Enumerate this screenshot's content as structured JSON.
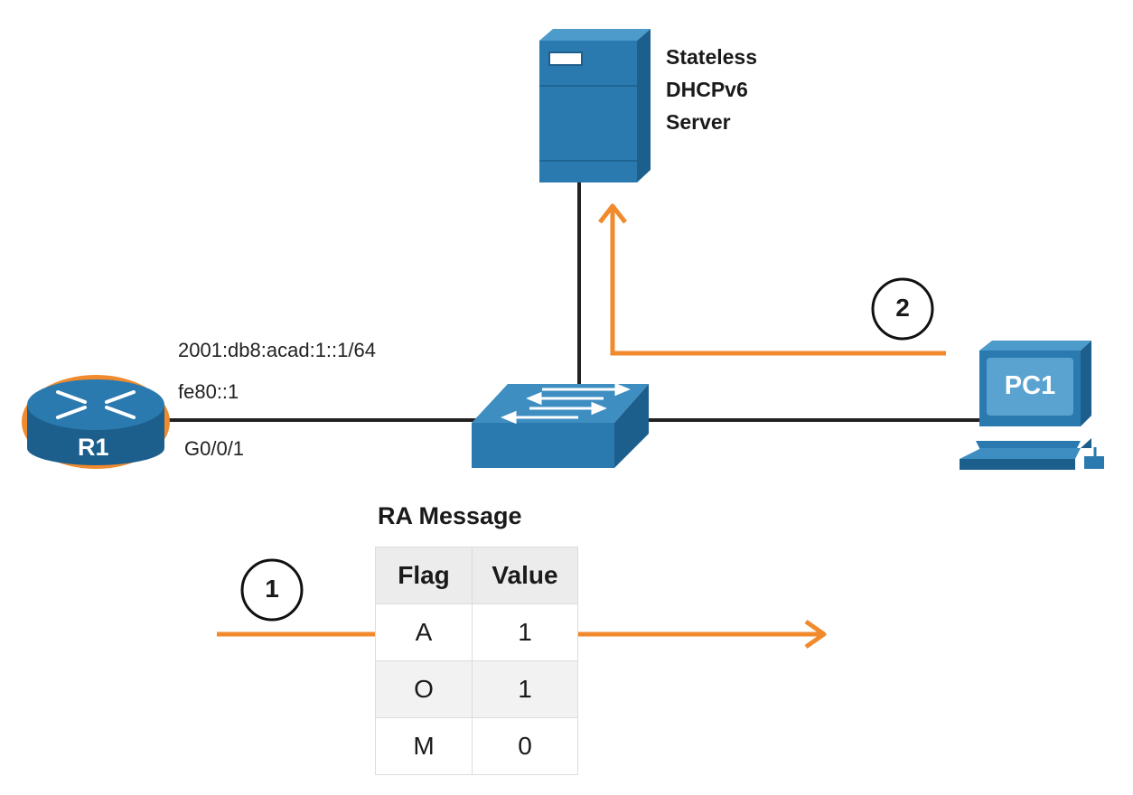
{
  "server": {
    "label_lines": [
      "Stateless",
      "DHCPv6",
      "Server"
    ]
  },
  "router": {
    "name": "R1",
    "ipv6_global": "2001:db8:acad:1::1/64",
    "ipv6_link_local": "fe80::1",
    "interface": "G0/0/1"
  },
  "pc": {
    "name": "PC1"
  },
  "steps": {
    "one": "1",
    "two": "2"
  },
  "ra_message": {
    "title": "RA Message",
    "headers": [
      "Flag",
      "Value"
    ],
    "rows": [
      {
        "flag": "A",
        "value": "1"
      },
      {
        "flag": "O",
        "value": "1"
      },
      {
        "flag": "M",
        "value": "0"
      }
    ]
  },
  "colors": {
    "device_blue": "#2a7ab0",
    "arrow_orange": "#f08a2c",
    "link_dark": "#222222"
  }
}
